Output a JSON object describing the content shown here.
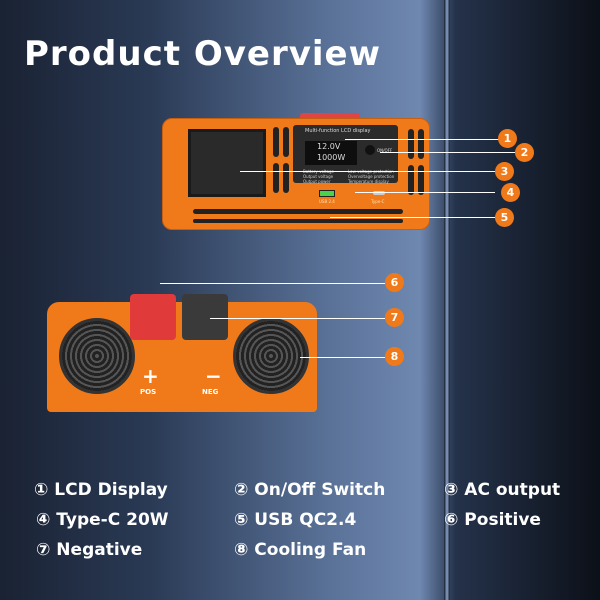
{
  "title": "Product Overview",
  "device": {
    "lcd_title": "Multi-function LCD display",
    "voltage": "12.0V",
    "power": "1000W",
    "switch_label": "ON/OFF",
    "legend_left": [
      "Battery voltage",
      "Output voltage",
      "Output power"
    ],
    "legend_right": [
      "Low voltage protection",
      "Overvoltage protection",
      "Temperature display"
    ],
    "usb_label": "USB 2.4",
    "typec_label": "Type-C",
    "pos_sign": "+",
    "pos_label": "POS",
    "neg_sign": "−",
    "neg_label": "NEG"
  },
  "callouts": [
    "1",
    "2",
    "3",
    "4",
    "5",
    "6",
    "7",
    "8"
  ],
  "features": [
    "① LCD Display",
    "② On/Off Switch",
    "③ AC output",
    "④ Type-C 20W",
    "⑤ USB QC2.4",
    "⑥ Positive",
    "⑦ Negative",
    "⑧ Cooling Fan"
  ],
  "colors": {
    "accent": "#f07a1a"
  }
}
